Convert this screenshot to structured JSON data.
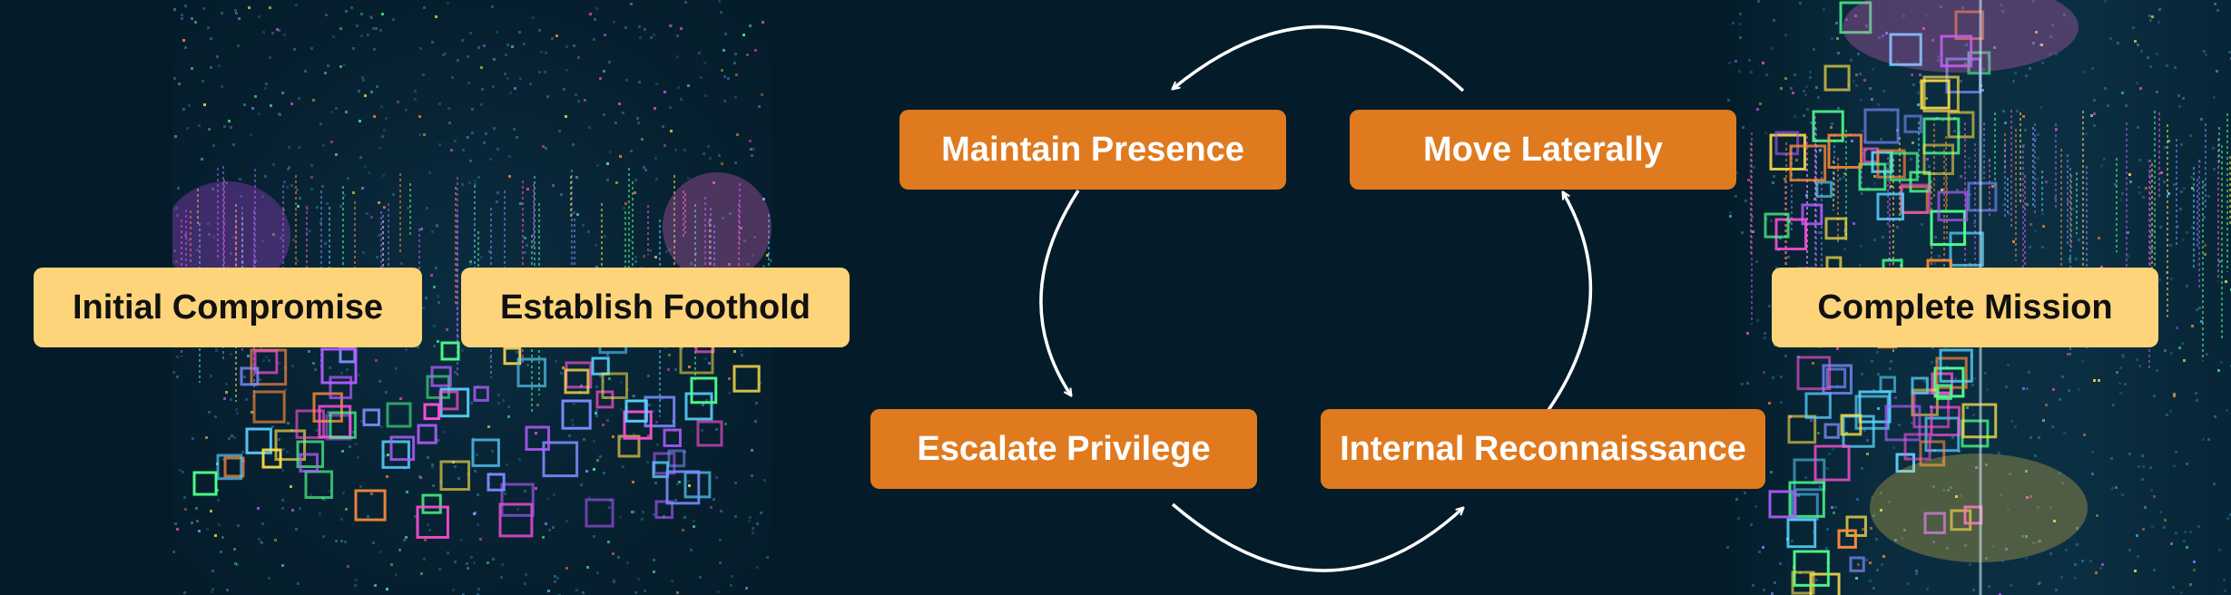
{
  "diagram": {
    "stages": {
      "initial_compromise": "Initial Compromise",
      "establish_foothold": "Establish Foothold",
      "maintain_presence": "Maintain Presence",
      "move_laterally": "Move Laterally",
      "escalate_privilege": "Escalate Privilege",
      "internal_reconnaissance": "Internal Reconnaissance",
      "complete_mission": "Complete Mission"
    },
    "colors": {
      "background": "#041c2a",
      "linear_stage_fill": "#fdd47a",
      "cycle_stage_fill": "#e07a1f",
      "arrow": "#ffffff"
    }
  }
}
